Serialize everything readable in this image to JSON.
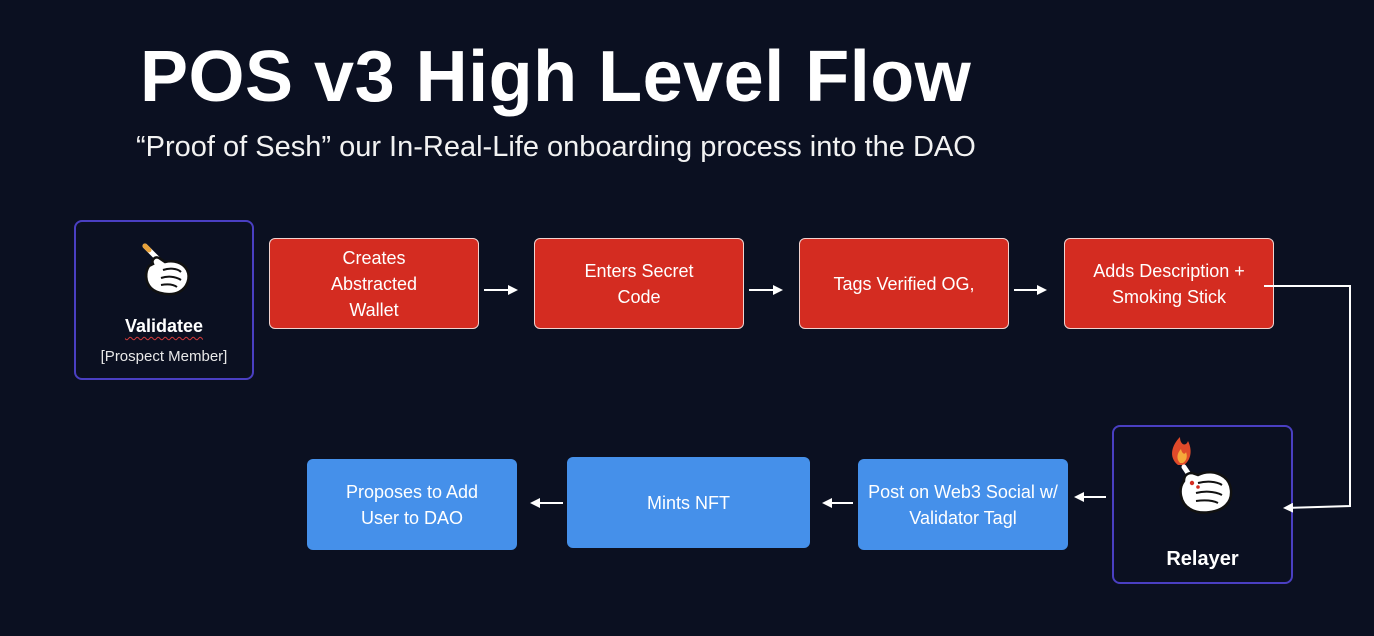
{
  "slide": {
    "title": "POS v3 High Level Flow",
    "subtitle": "“Proof of Sesh” our In-Real-Life onboarding process into the DAO"
  },
  "actors": {
    "validatee": {
      "label": "Validatee",
      "sublabel": "[Prospect Member]",
      "icon": "smoking-thumbs-up-hand-icon"
    },
    "relayer": {
      "label": "Relayer",
      "icon": "flaming-thumbs-up-hand-icon"
    }
  },
  "steps_top": [
    {
      "label": "Creates Abstracted Wallet"
    },
    {
      "label": "Enters Secret Code"
    },
    {
      "label": "Tags Verified OG,"
    },
    {
      "label": "Adds Description + Smoking Stick"
    }
  ],
  "steps_bottom": [
    {
      "label": "Post on Web3 Social w/ Validator Tagl"
    },
    {
      "label": "Mints NFT"
    },
    {
      "label": "Proposes to Add User to DAO"
    }
  ],
  "colors": {
    "background": "#0b1021",
    "step_red": "#d42c21",
    "step_blue": "#4590ea",
    "actor_border": "#4a3fc2",
    "arrow": "#ffffff"
  }
}
